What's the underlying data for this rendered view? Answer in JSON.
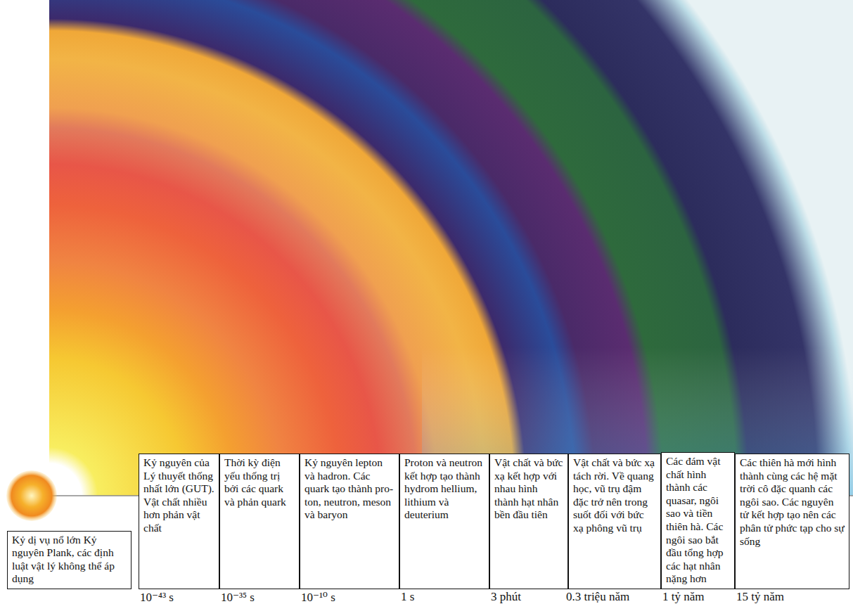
{
  "diagram": {
    "nodes": [
      {
        "text": [
          "Kỷ dị vụ nổ lớn Kỷ nguyên Plank, các định luật vật lý không thể áp dụng"
        ]
      },
      {
        "text": [
          "Kỷ nguyên của Lý thuyết thống nhất lớn (GUT). Vật chất nhiều hơn phản vật chất"
        ]
      },
      {
        "text": [
          "Thời kỳ điện yếu thống trị bởi các quark và phản quark"
        ]
      },
      {
        "text": [
          "Kỷ nguyên lepton và hadron. Các quark tạo thành pro- ton, neutron, meson và baryon"
        ]
      },
      {
        "text": [
          "Proton và neutron kết hợp tạo thành hydrom hellium, lithium và deuterium"
        ]
      },
      {
        "text": [
          "Vật chất và bức xạ kết hợp với nhau hình thành hạt nhân bền đầu tiên"
        ]
      },
      {
        "text": [
          "Vật chất và bức xạ tách rời. Về quang học, vũ trụ đậm đặc trở nên trong suốt đối với bức xạ phông vũ trụ"
        ]
      },
      {
        "text": [
          "Các đám vật chất hình thành các quasar, ngôi sao và tiền thiên hà. Các ngôi sao bắt đầu tổng hợp các hạt nhân nặng hơn"
        ]
      },
      {
        "text": [
          "Các thiên hà mới hình thành cùng các hệ mặt trời cô đặc quanh các ngôi sao. Các nguyên tử kết hợp tạo nên các phân tử phức tạp cho sự sống"
        ]
      }
    ],
    "labels": [
      "10⁻⁴³ s",
      "10⁻³⁵ s",
      "10⁻¹⁰ s",
      "1 s",
      "3 phút",
      "0.3 triệu năm",
      "1 tỷ năm",
      "15 tỷ năm"
    ]
  }
}
